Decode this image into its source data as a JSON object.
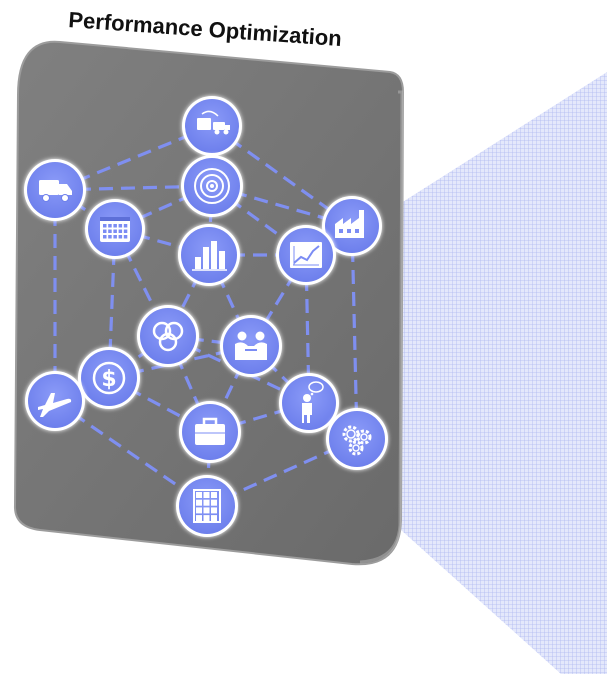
{
  "title": "Performance Optimization",
  "colors": {
    "panel": "#757575",
    "panel_edge": "#9a9a9a",
    "node_fill": "#7b8cf4",
    "node_ring": "#ffffff",
    "line": "#7f8ff0",
    "beam": "#b9c2f3"
  },
  "nodes": [
    {
      "id": "truck-transfer",
      "icon": "truck-transfer-icon"
    },
    {
      "id": "target",
      "icon": "target-icon"
    },
    {
      "id": "delivery-truck",
      "icon": "delivery-truck-icon"
    },
    {
      "id": "calendar",
      "icon": "calendar-icon"
    },
    {
      "id": "factory",
      "icon": "factory-icon"
    },
    {
      "id": "bar-chart",
      "icon": "bar-chart-icon"
    },
    {
      "id": "line-chart",
      "icon": "line-chart-icon"
    },
    {
      "id": "recycle",
      "icon": "recycle-icon"
    },
    {
      "id": "handshake",
      "icon": "handshake-icon"
    },
    {
      "id": "dollar",
      "icon": "dollar-icon"
    },
    {
      "id": "airplane",
      "icon": "airplane-icon"
    },
    {
      "id": "thinking-person",
      "icon": "thinking-person-icon"
    },
    {
      "id": "gears",
      "icon": "gears-icon"
    },
    {
      "id": "briefcase",
      "icon": "briefcase-icon"
    },
    {
      "id": "warehouse-shelves",
      "icon": "warehouse-shelves-icon"
    }
  ],
  "edges": [
    [
      "truck-transfer",
      "delivery-truck"
    ],
    [
      "truck-transfer",
      "factory"
    ],
    [
      "truck-transfer",
      "target"
    ],
    [
      "delivery-truck",
      "calendar"
    ],
    [
      "delivery-truck",
      "target"
    ],
    [
      "delivery-truck",
      "airplane"
    ],
    [
      "target",
      "calendar"
    ],
    [
      "target",
      "line-chart"
    ],
    [
      "target",
      "bar-chart"
    ],
    [
      "target",
      "factory"
    ],
    [
      "calendar",
      "bar-chart"
    ],
    [
      "calendar",
      "recycle"
    ],
    [
      "calendar",
      "dollar"
    ],
    [
      "bar-chart",
      "line-chart"
    ],
    [
      "bar-chart",
      "recycle"
    ],
    [
      "bar-chart",
      "handshake"
    ],
    [
      "line-chart",
      "factory"
    ],
    [
      "line-chart",
      "handshake"
    ],
    [
      "line-chart",
      "thinking-person"
    ],
    [
      "factory",
      "gears"
    ],
    [
      "recycle",
      "handshake"
    ],
    [
      "recycle",
      "dollar"
    ],
    [
      "recycle",
      "briefcase"
    ],
    [
      "handshake",
      "thinking-person"
    ],
    [
      "handshake",
      "briefcase"
    ],
    [
      "dollar",
      "airplane"
    ],
    [
      "dollar",
      "briefcase"
    ],
    [
      "airplane",
      "warehouse-shelves"
    ],
    [
      "thinking-person",
      "gears"
    ],
    [
      "thinking-person",
      "briefcase"
    ],
    [
      "gears",
      "warehouse-shelves"
    ],
    [
      "briefcase",
      "warehouse-shelves"
    ],
    [
      "recycle",
      "thinking-person"
    ],
    [
      "handshake",
      "dollar"
    ]
  ]
}
